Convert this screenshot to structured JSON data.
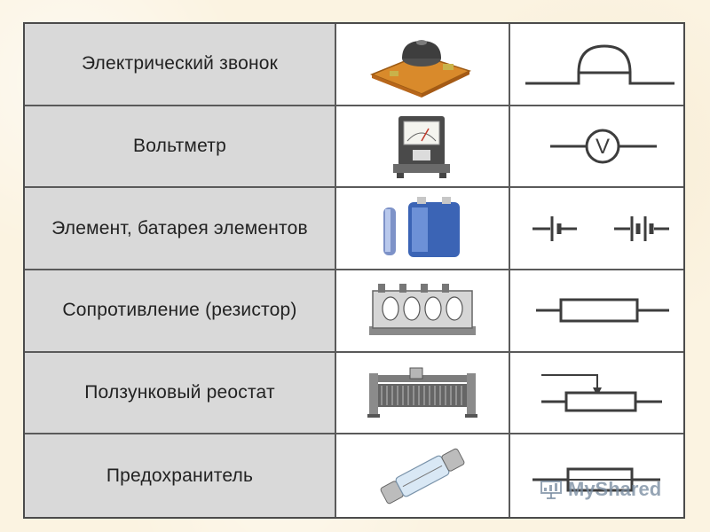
{
  "table": {
    "rows": [
      {
        "name": "Электрический звонок",
        "image_icon": "electric-bell-photo",
        "symbol_icon": "electric-bell-symbol"
      },
      {
        "name": "Вольтметр",
        "image_icon": "voltmeter-photo",
        "symbol_icon": "voltmeter-symbol",
        "symbol_text": "V"
      },
      {
        "name": "Элемент, батарея элементов",
        "image_icon": "battery-photo",
        "symbol_icon": "battery-symbol"
      },
      {
        "name": "Сопротивление (резистор)",
        "image_icon": "resistor-photo",
        "symbol_icon": "resistor-symbol"
      },
      {
        "name": "Ползунковый реостат",
        "image_icon": "rheostat-photo",
        "symbol_icon": "rheostat-symbol"
      },
      {
        "name": "Предохранитель",
        "image_icon": "fuse-photo",
        "symbol_icon": "fuse-symbol"
      }
    ]
  },
  "watermark": {
    "text": "MyShared",
    "icon": "presentation-board-icon"
  },
  "colors": {
    "page_background": "#fbf3e1",
    "name_cell_background": "#d9d9d9",
    "grid_line": "#5a5a5a",
    "symbol_stroke": "#3d3d3d"
  }
}
